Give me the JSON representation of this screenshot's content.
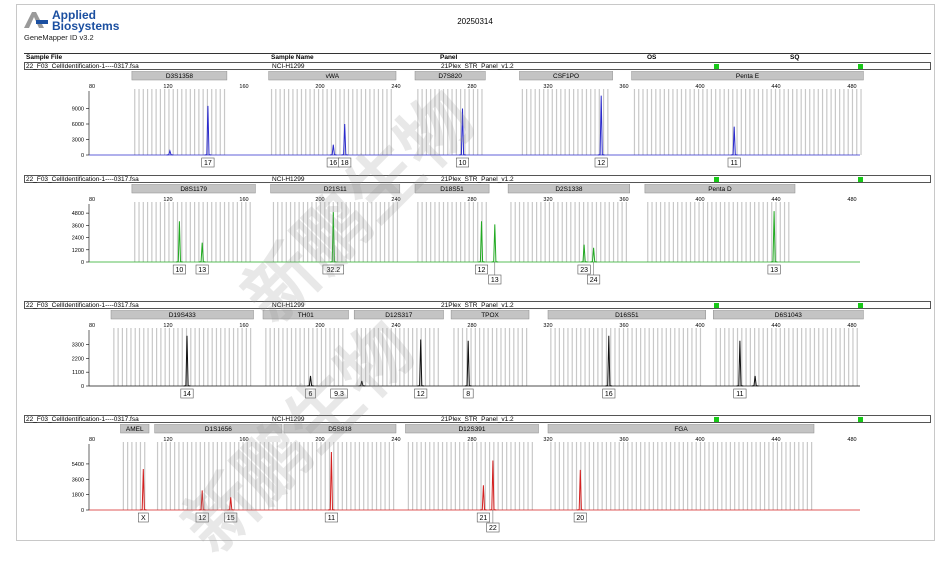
{
  "app": {
    "brand_line1": "Applied",
    "brand_line2": "Biosystems",
    "version": "GeneMapper ID v3.2"
  },
  "report": {
    "title": "20250314"
  },
  "header": {
    "sample_file": "Sample File",
    "sample_name": "Sample Name",
    "panel": "Panel",
    "os": "OS",
    "sq": "SQ"
  },
  "colors": {
    "blue": "#2b2bcc",
    "green": "#22aa22",
    "black": "#111111",
    "red": "#d42020",
    "bin": "#c8c8c8",
    "marker": "#c4c4c4",
    "qc": "#18c818"
  },
  "axis_ticks": [
    80,
    120,
    160,
    200,
    240,
    280,
    320,
    360,
    400,
    440,
    480
  ],
  "watermark": "新鹏生物",
  "chart_data": [
    {
      "type": "line",
      "dye": "blue",
      "sample_file": "22_F03_CellIdentification-1----0317.fsa",
      "sample_name": "NCI-H1299",
      "panel": "21Plex_STR_Panel_v1.2",
      "markers": [
        {
          "name": "D3S1358",
          "start": 101,
          "end": 151
        },
        {
          "name": "vWA",
          "start": 173,
          "end": 240
        },
        {
          "name": "D7S820",
          "start": 250,
          "end": 287
        },
        {
          "name": "CSF1PO",
          "start": 305,
          "end": 354
        },
        {
          "name": "Penta E",
          "start": 364,
          "end": 486
        }
      ],
      "ylim": [
        0,
        12000
      ],
      "y_ticks": [
        0,
        3000,
        6000,
        9000
      ],
      "peaks": [
        [
          121,
          800
        ],
        [
          141,
          9500
        ],
        [
          207,
          2000
        ],
        [
          213,
          6000
        ],
        [
          275,
          9000
        ],
        [
          348,
          11500
        ],
        [
          418,
          5500
        ]
      ],
      "alleles": [
        {
          "x": 141,
          "label": "17",
          "row": 0
        },
        {
          "x": 207,
          "label": "16",
          "row": 0
        },
        {
          "x": 213,
          "label": "18",
          "row": 0
        },
        {
          "x": 275,
          "label": "10",
          "row": 0
        },
        {
          "x": 348,
          "label": "12",
          "row": 0
        },
        {
          "x": 418,
          "label": "11",
          "row": 0
        }
      ]
    },
    {
      "type": "line",
      "dye": "green",
      "sample_file": "22_F03_CellIdentification-1----0317.fsa",
      "sample_name": "NCI-H1299",
      "panel": "21Plex_STR_Panel_v1.2",
      "markers": [
        {
          "name": "D8S1179",
          "start": 101,
          "end": 166
        },
        {
          "name": "D21S11",
          "start": 174,
          "end": 242
        },
        {
          "name": "D18S51",
          "start": 250,
          "end": 289
        },
        {
          "name": "D2S1338",
          "start": 299,
          "end": 363
        },
        {
          "name": "Penta D",
          "start": 371,
          "end": 450
        }
      ],
      "ylim": [
        0,
        5500
      ],
      "y_ticks": [
        0,
        1200,
        2400,
        3600,
        4800
      ],
      "peaks": [
        [
          126,
          4000
        ],
        [
          138,
          1900
        ],
        [
          207,
          4900
        ],
        [
          285,
          4000
        ],
        [
          292,
          3700
        ],
        [
          339,
          1700
        ],
        [
          344,
          1400
        ],
        [
          439,
          5000
        ]
      ],
      "alleles": [
        {
          "x": 126,
          "label": "10",
          "row": 0
        },
        {
          "x": 138,
          "label": "13",
          "row": 0
        },
        {
          "x": 207,
          "label": "32.2",
          "row": 0
        },
        {
          "x": 285,
          "label": "12",
          "row": 0
        },
        {
          "x": 292,
          "label": "13",
          "row": 1
        },
        {
          "x": 339,
          "label": "23",
          "row": 0
        },
        {
          "x": 344,
          "label": "24",
          "row": 1
        },
        {
          "x": 439,
          "label": "13",
          "row": 0
        }
      ]
    },
    {
      "type": "line",
      "dye": "black",
      "sample_file": "22_F03_CellIdentification-1----0317.fsa",
      "sample_name": "NCI-H1299",
      "panel": "21Plex_STR_Panel_v1.2",
      "markers": [
        {
          "name": "D19S433",
          "start": 90,
          "end": 165
        },
        {
          "name": "TH01",
          "start": 170,
          "end": 215
        },
        {
          "name": "D12S317",
          "start": 218,
          "end": 265
        },
        {
          "name": "TPOX",
          "start": 269,
          "end": 310
        },
        {
          "name": "D16S51",
          "start": 320,
          "end": 403
        },
        {
          "name": "D6S1043",
          "start": 407,
          "end": 486
        }
      ],
      "ylim": [
        0,
        4300
      ],
      "y_ticks": [
        0,
        1100,
        2200,
        3300
      ],
      "peaks": [
        [
          130,
          4000
        ],
        [
          195,
          800
        ],
        [
          222,
          400
        ],
        [
          253,
          3700
        ],
        [
          278,
          3600
        ],
        [
          352,
          4000
        ],
        [
          421,
          3600
        ],
        [
          429,
          800
        ]
      ],
      "alleles": [
        {
          "x": 130,
          "label": "14",
          "row": 0
        },
        {
          "x": 195,
          "label": "6",
          "row": 0
        },
        {
          "x": 210,
          "label": "9.3",
          "row": 0
        },
        {
          "x": 253,
          "label": "12",
          "row": 0
        },
        {
          "x": 278,
          "label": "8",
          "row": 0
        },
        {
          "x": 352,
          "label": "16",
          "row": 0
        },
        {
          "x": 421,
          "label": "11",
          "row": 0
        }
      ]
    },
    {
      "type": "line",
      "dye": "red",
      "sample_file": "22_F03_CellIdentification-1----0317.fsa",
      "sample_name": "NCI-H1299",
      "panel": "21Plex_STR_Panel_v1.2",
      "markers": [
        {
          "name": "AMEL",
          "start": 95,
          "end": 110
        },
        {
          "name": "D1S1656",
          "start": 113,
          "end": 180
        },
        {
          "name": "D5S818",
          "start": 181,
          "end": 240
        },
        {
          "name": "D12S391",
          "start": 245,
          "end": 315
        },
        {
          "name": "FGA",
          "start": 320,
          "end": 460
        }
      ],
      "ylim": [
        0,
        7500
      ],
      "y_ticks": [
        0,
        1800,
        3600,
        5400
      ],
      "peaks": [
        [
          107,
          4800
        ],
        [
          138,
          2300
        ],
        [
          153,
          1500
        ],
        [
          206,
          6800
        ],
        [
          286,
          2900
        ],
        [
          291,
          5800
        ],
        [
          337,
          4700
        ]
      ],
      "alleles": [
        {
          "x": 107,
          "label": "X",
          "row": 0
        },
        {
          "x": 138,
          "label": "12",
          "row": 0
        },
        {
          "x": 153,
          "label": "15",
          "row": 0
        },
        {
          "x": 206,
          "label": "11",
          "row": 0
        },
        {
          "x": 286,
          "label": "21",
          "row": 0
        },
        {
          "x": 291,
          "label": "22",
          "row": 1
        },
        {
          "x": 337,
          "label": "20",
          "row": 0
        }
      ]
    }
  ]
}
